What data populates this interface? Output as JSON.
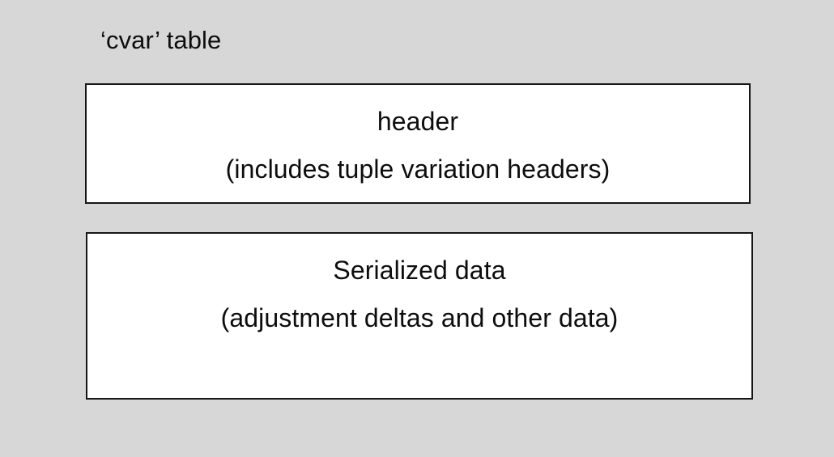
{
  "slide": {
    "title": "‘cvar’ table",
    "background_color": "#d7d7d7",
    "text_color": "#0d0d0d",
    "box_fill_color": "#ffffff",
    "box_border_color": "#161616"
  },
  "blocks": [
    {
      "name": "header-block",
      "line1": "header",
      "line2": "(includes tuple variation headers)"
    },
    {
      "name": "serialized-data-block",
      "line1": "Serialized data",
      "line2": "(adjustment deltas and other data)"
    }
  ]
}
